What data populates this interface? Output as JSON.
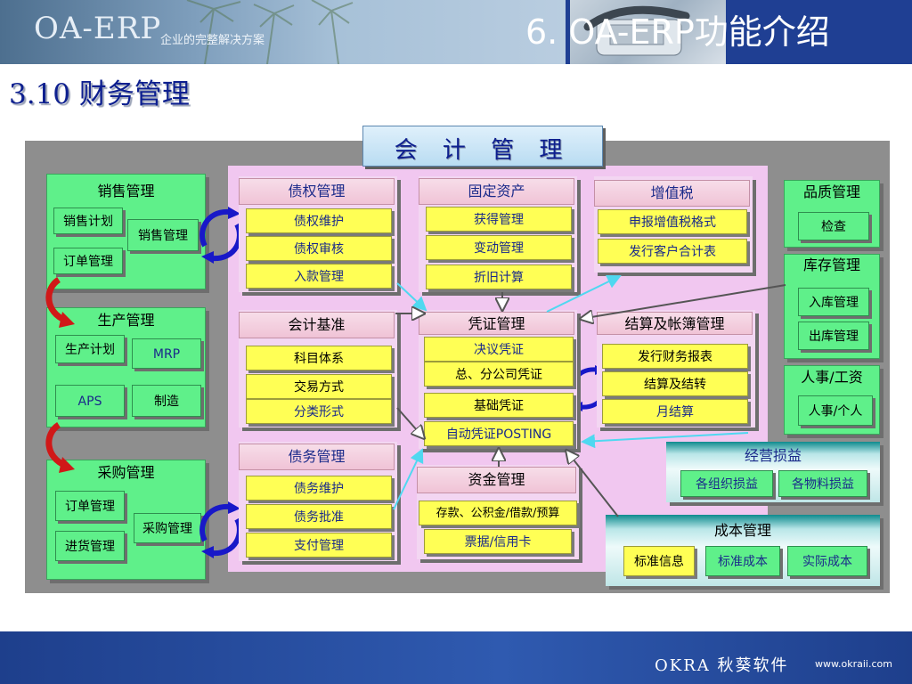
{
  "header": {
    "brand": "OA-ERP",
    "slogan": "企业的完整解决方案",
    "title": "6. OA-ERP功能介绍"
  },
  "section_title": "3.10 财务管理",
  "main_title": "会 计 管 理",
  "sales": {
    "title": "销售管理",
    "plan": "销售计划",
    "order": "订单管理",
    "manage": "销售管理"
  },
  "production": {
    "title": "生产管理",
    "plan": "生产计划",
    "mrp": "MRP",
    "aps": "APS",
    "make": "制造"
  },
  "purchase": {
    "title": "采购管理",
    "order": "订单管理",
    "receive": "进货管理",
    "manage": "采购管理"
  },
  "claims": {
    "title": "债权管理",
    "items": [
      "债权维护",
      "债权审核",
      "入款管理"
    ]
  },
  "fixed_assets": {
    "title": "固定资产",
    "items": [
      "获得管理",
      "变动管理",
      "折旧计算"
    ]
  },
  "vat": {
    "title": "增值税",
    "items": [
      "申报增值税格式",
      "发行客户合计表"
    ]
  },
  "quality": {
    "title": "品质管理",
    "items": [
      "检查"
    ]
  },
  "inventory": {
    "title": "库存管理",
    "items": [
      "入库管理",
      "出库管理"
    ]
  },
  "hr": {
    "title": "人事/工资",
    "items": [
      "人事/个人"
    ]
  },
  "accounting_std": {
    "title": "会计基准",
    "items": [
      "科目体系",
      "交易方式",
      "分类形式"
    ]
  },
  "voucher": {
    "title": "凭证管理",
    "items": [
      "决议凭证",
      "总、分公司凭证",
      "基础凭证",
      "自动凭证POSTING"
    ]
  },
  "settlement": {
    "title": "结算及帐簿管理",
    "items": [
      "发行财务报表",
      "结算及结转",
      "月结算"
    ]
  },
  "debt": {
    "title": "债务管理",
    "items": [
      "债务维护",
      "债务批准",
      "支付管理"
    ]
  },
  "funds": {
    "title": "资金管理",
    "items": [
      "存款、公积金/借款/预算",
      "票据/信用卡"
    ]
  },
  "profit": {
    "title": "经营损益",
    "items": [
      "各组织损益",
      "各物料损益"
    ]
  },
  "cost": {
    "title": "成本管理",
    "items": [
      "标准信息",
      "标准成本",
      "实际成本"
    ]
  },
  "footer": {
    "brand": "OKRA 秋葵软件",
    "url": "www.okraii.com"
  },
  "colors": {
    "header_blue": "#1f3f93",
    "board_gray": "#8e8e8e",
    "pink_area": "#f1c7f0",
    "green": "#5ff08a",
    "yellow": "#ffff55",
    "title_navy": "#0d1f8f"
  }
}
